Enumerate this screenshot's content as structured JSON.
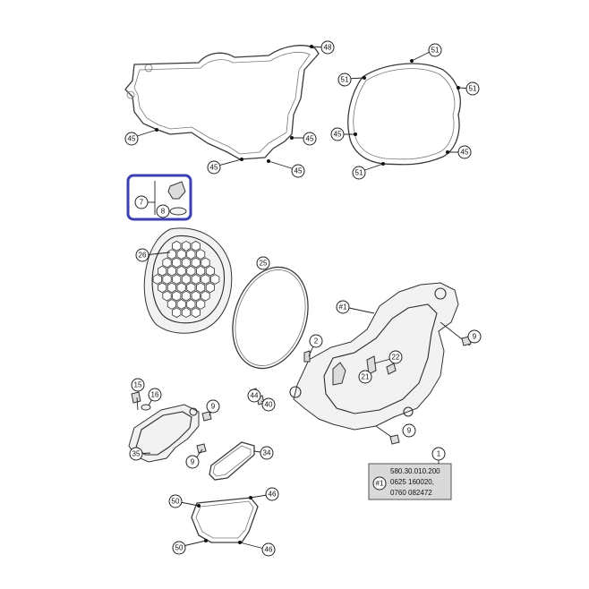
{
  "callouts": {
    "c48": "48",
    "c45a": "45",
    "c45b": "45",
    "c45c": "45",
    "c45d": "45",
    "c51a": "51",
    "c51b": "51",
    "c51c": "51",
    "c51d": "51",
    "c45e": "45",
    "c45f": "45",
    "c7": "7",
    "c8": "8",
    "c26": "26",
    "c25": "25",
    "c1h": "#1",
    "c9a": "9",
    "c2": "2",
    "c22": "22",
    "c21": "21",
    "c15": "15",
    "c16": "16",
    "c44": "44",
    "c40": "40",
    "c9b": "9",
    "c9c": "9",
    "c35": "35",
    "c9d": "9",
    "c34": "34",
    "c1": "1",
    "c50a": "50",
    "c46a": "46",
    "c50b": "50",
    "c46b": "46"
  },
  "label": {
    "badge": "#1",
    "line1": "580.30.010.200",
    "line2": "0625 160020,",
    "line3": "0760 082472"
  },
  "colors": {
    "highlight": "#3b3fb0",
    "label_bg": "#d9d9d9"
  }
}
